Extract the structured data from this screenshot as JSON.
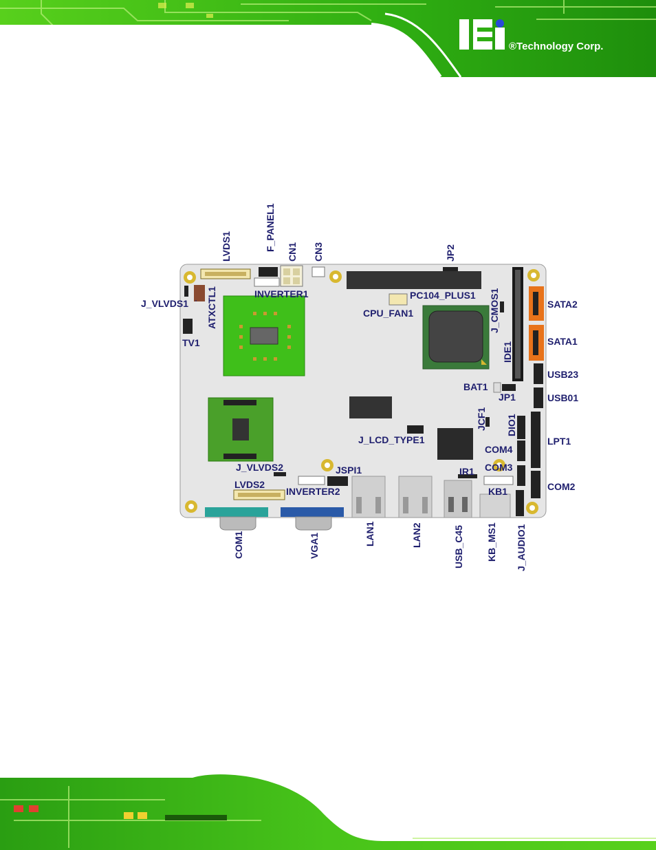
{
  "brand": {
    "logo_mark": "iEi",
    "company": "®Technology Corp."
  },
  "labels": {
    "lvds1": "LVDS1",
    "f_panel1": "F_PANEL1",
    "cn1": "CN1",
    "cn3": "CN3",
    "jp2": "JP2",
    "inverter1": "INVERTER1",
    "pc104_plus1": "PC104_PLUS1",
    "j_cmos1": "J_CMOS1",
    "sata2": "SATA2",
    "j_vlvds1": "J_VLVDS1",
    "atxctl1": "ATXCTL1",
    "cpu_fan1": "CPU_FAN1",
    "tv1": "TV1",
    "ide1": "IDE1",
    "sata1": "SATA1",
    "usb23": "USB23",
    "bat1": "BAT1",
    "jp1": "JP1",
    "usb01": "USB01",
    "jcf1": "JCF1",
    "dio1": "DIO1",
    "j_lcd_type1": "J_LCD_TYPE1",
    "lpt1": "LPT1",
    "com4": "COM4",
    "j_vlvds2": "J_VLVDS2",
    "com3": "COM3",
    "jspi1": "JSPI1",
    "ir1": "IR1",
    "lvds2": "LVDS2",
    "com2": "COM2",
    "inverter2": "INVERTER2",
    "kb1": "KB1",
    "com1": "COM1",
    "vga1": "VGA1",
    "lan1": "LAN1",
    "lan2": "LAN2",
    "usb_c45": "USB_C45",
    "kb_ms1": "KB_MS1",
    "j_audio1": "J_AUDIO1"
  },
  "colors": {
    "label": "#1f1f6e",
    "pcb_green": "#3fbf1a",
    "board": "#e6e6e6",
    "sata": "#e8731a",
    "com_port": "#2aa39a",
    "vga_port": "#2a5aa8"
  }
}
